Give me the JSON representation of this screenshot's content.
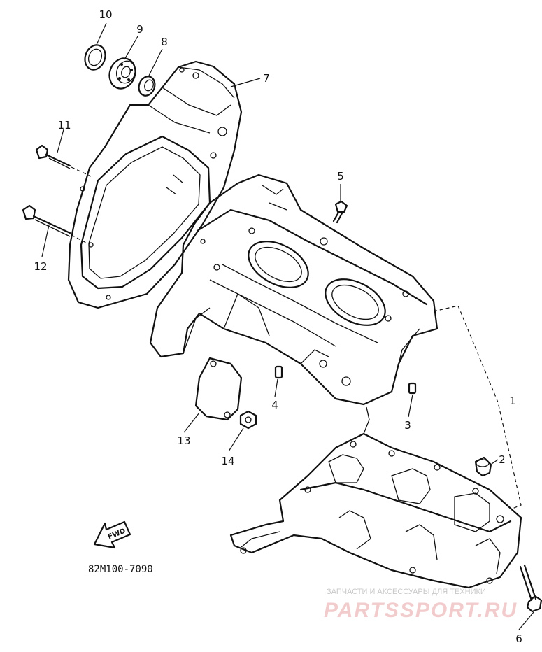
{
  "diagram": {
    "drawing_code": "82M100-7090",
    "fwd_label": "FWD",
    "callouts": [
      {
        "id": "c1",
        "label": "1"
      },
      {
        "id": "c2",
        "label": "2"
      },
      {
        "id": "c3",
        "label": "3"
      },
      {
        "id": "c4",
        "label": "4"
      },
      {
        "id": "c5",
        "label": "5"
      },
      {
        "id": "c6",
        "label": "6"
      },
      {
        "id": "c7",
        "label": "7"
      },
      {
        "id": "c8",
        "label": "8"
      },
      {
        "id": "c9",
        "label": "9"
      },
      {
        "id": "c10",
        "label": "10"
      },
      {
        "id": "c11",
        "label": "11"
      },
      {
        "id": "c12",
        "label": "12"
      },
      {
        "id": "c13",
        "label": "13"
      },
      {
        "id": "c14",
        "label": "14"
      }
    ]
  },
  "watermark": {
    "line1": "ЗАПЧАСТИ И АКСЕССУАРЫ ДЛЯ ТЕХНИКИ",
    "line2": "PARTSSPORT.RU"
  }
}
